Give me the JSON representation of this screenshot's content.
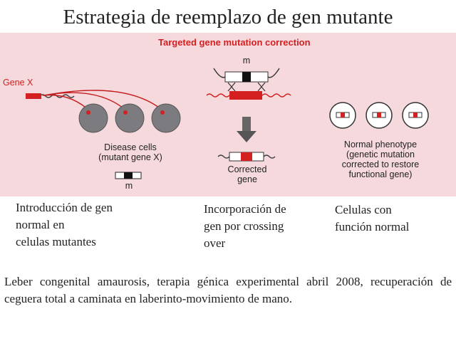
{
  "title": "Estrategia de reemplazo de gen mutante",
  "figure": {
    "heading": "Targeted gene mutation correction",
    "gene_label": "Gene X",
    "mutation_mark_top": "m",
    "mutation_mark_cells": "m",
    "disease_cells_line1": "Disease cells",
    "disease_cells_line2": "(mutant gene X)",
    "corrected_line1": "Corrected",
    "corrected_line2": "gene",
    "normal_line1": "Normal phenotype",
    "normal_line2": "(genetic mutation",
    "normal_line3": "corrected to restore",
    "normal_line4": "functional gene)",
    "colors": {
      "panel": "#f6d9dd",
      "red": "#d42020",
      "cell": "#7b7b80"
    }
  },
  "captions": {
    "left": [
      "Introducción de gen",
      "normal en",
      "celulas mutantes"
    ],
    "middle": [
      "Incorporación de",
      "gen por crossing",
      "over"
    ],
    "right": [
      "Celulas con",
      "función normal"
    ]
  },
  "bottom_text": "Leber congenital amaurosis, terapia génica experimental abril 2008, recuperación de ceguera total a caminata en laberinto-movimiento de mano."
}
